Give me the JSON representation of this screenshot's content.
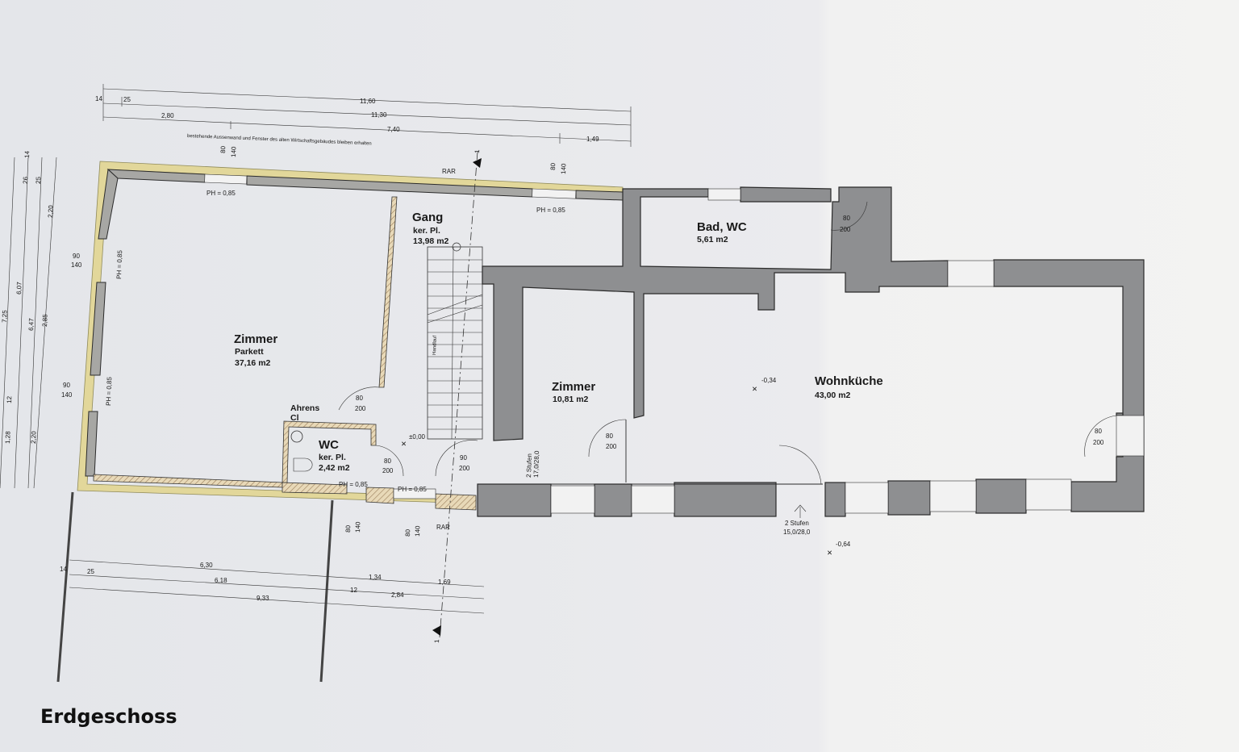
{
  "title": "Erdgeschoss",
  "note_top": "bestehende Aussenwand und Fenster des alten Wirtschaftsgebäudes bleiben erhalten",
  "rooms": {
    "zimmer_large": {
      "name": "Zimmer",
      "floor": "Parkett",
      "area": "37,16 m2"
    },
    "gang": {
      "name": "Gang",
      "floor": "ker. Pl.",
      "area": "13,98 m2"
    },
    "bad": {
      "name": "Bad, WC",
      "area": "5,61 m2"
    },
    "zimmer_small": {
      "name": "Zimmer",
      "area": "10,81 m2"
    },
    "wohnkueche": {
      "name": "Wohnküche",
      "area": "43,00 m2"
    },
    "wc": {
      "name": "WC",
      "floor": "ker. Pl.",
      "area": "2,42 m2",
      "note": "Ahrens",
      "note2": "Cl"
    }
  },
  "dimensions": {
    "top": {
      "total": "11,60",
      "inner": "11,30",
      "left": "2,80",
      "mid": "7,40",
      "right": "1,49",
      "t14": "14",
      "t25": "25"
    },
    "bottom": {
      "d630": "6,30",
      "d618": "6,18",
      "d933": "9,33",
      "d134": "1,34",
      "d169": "1,69",
      "d12": "12",
      "d284": "2,84",
      "b14": "14",
      "b25": "25"
    },
    "left": {
      "d725": "7,25",
      "d607": "6,07",
      "d647": "6,47",
      "d285": "2,85",
      "d220a": "2,20",
      "d220b": "2,20",
      "d128": "1,28",
      "d12": "12",
      "d14": "14",
      "d25": "25",
      "d26": "26"
    }
  },
  "openings": {
    "window_80_140": {
      "w": "80",
      "h": "140"
    },
    "window_90_140": {
      "w": "90",
      "h": "140"
    },
    "door_80_200": {
      "w": "80",
      "h": "200"
    },
    "door_90_200": {
      "w": "90",
      "h": "200"
    },
    "ph": "PH = 0,85",
    "ph_left": "PH = 0,85",
    "rar": "RAR"
  },
  "levels": {
    "zero": "±0,00",
    "kitchen": "-0,34",
    "outside": "-0,64"
  },
  "stairs": {
    "inner_steps": "2 Stufen",
    "inner_size": "17,0/28,0",
    "outer_steps": "2 Stufen",
    "outer_size": "15,0/28,0",
    "handrail": "Handlauf"
  },
  "section_marker": "1"
}
